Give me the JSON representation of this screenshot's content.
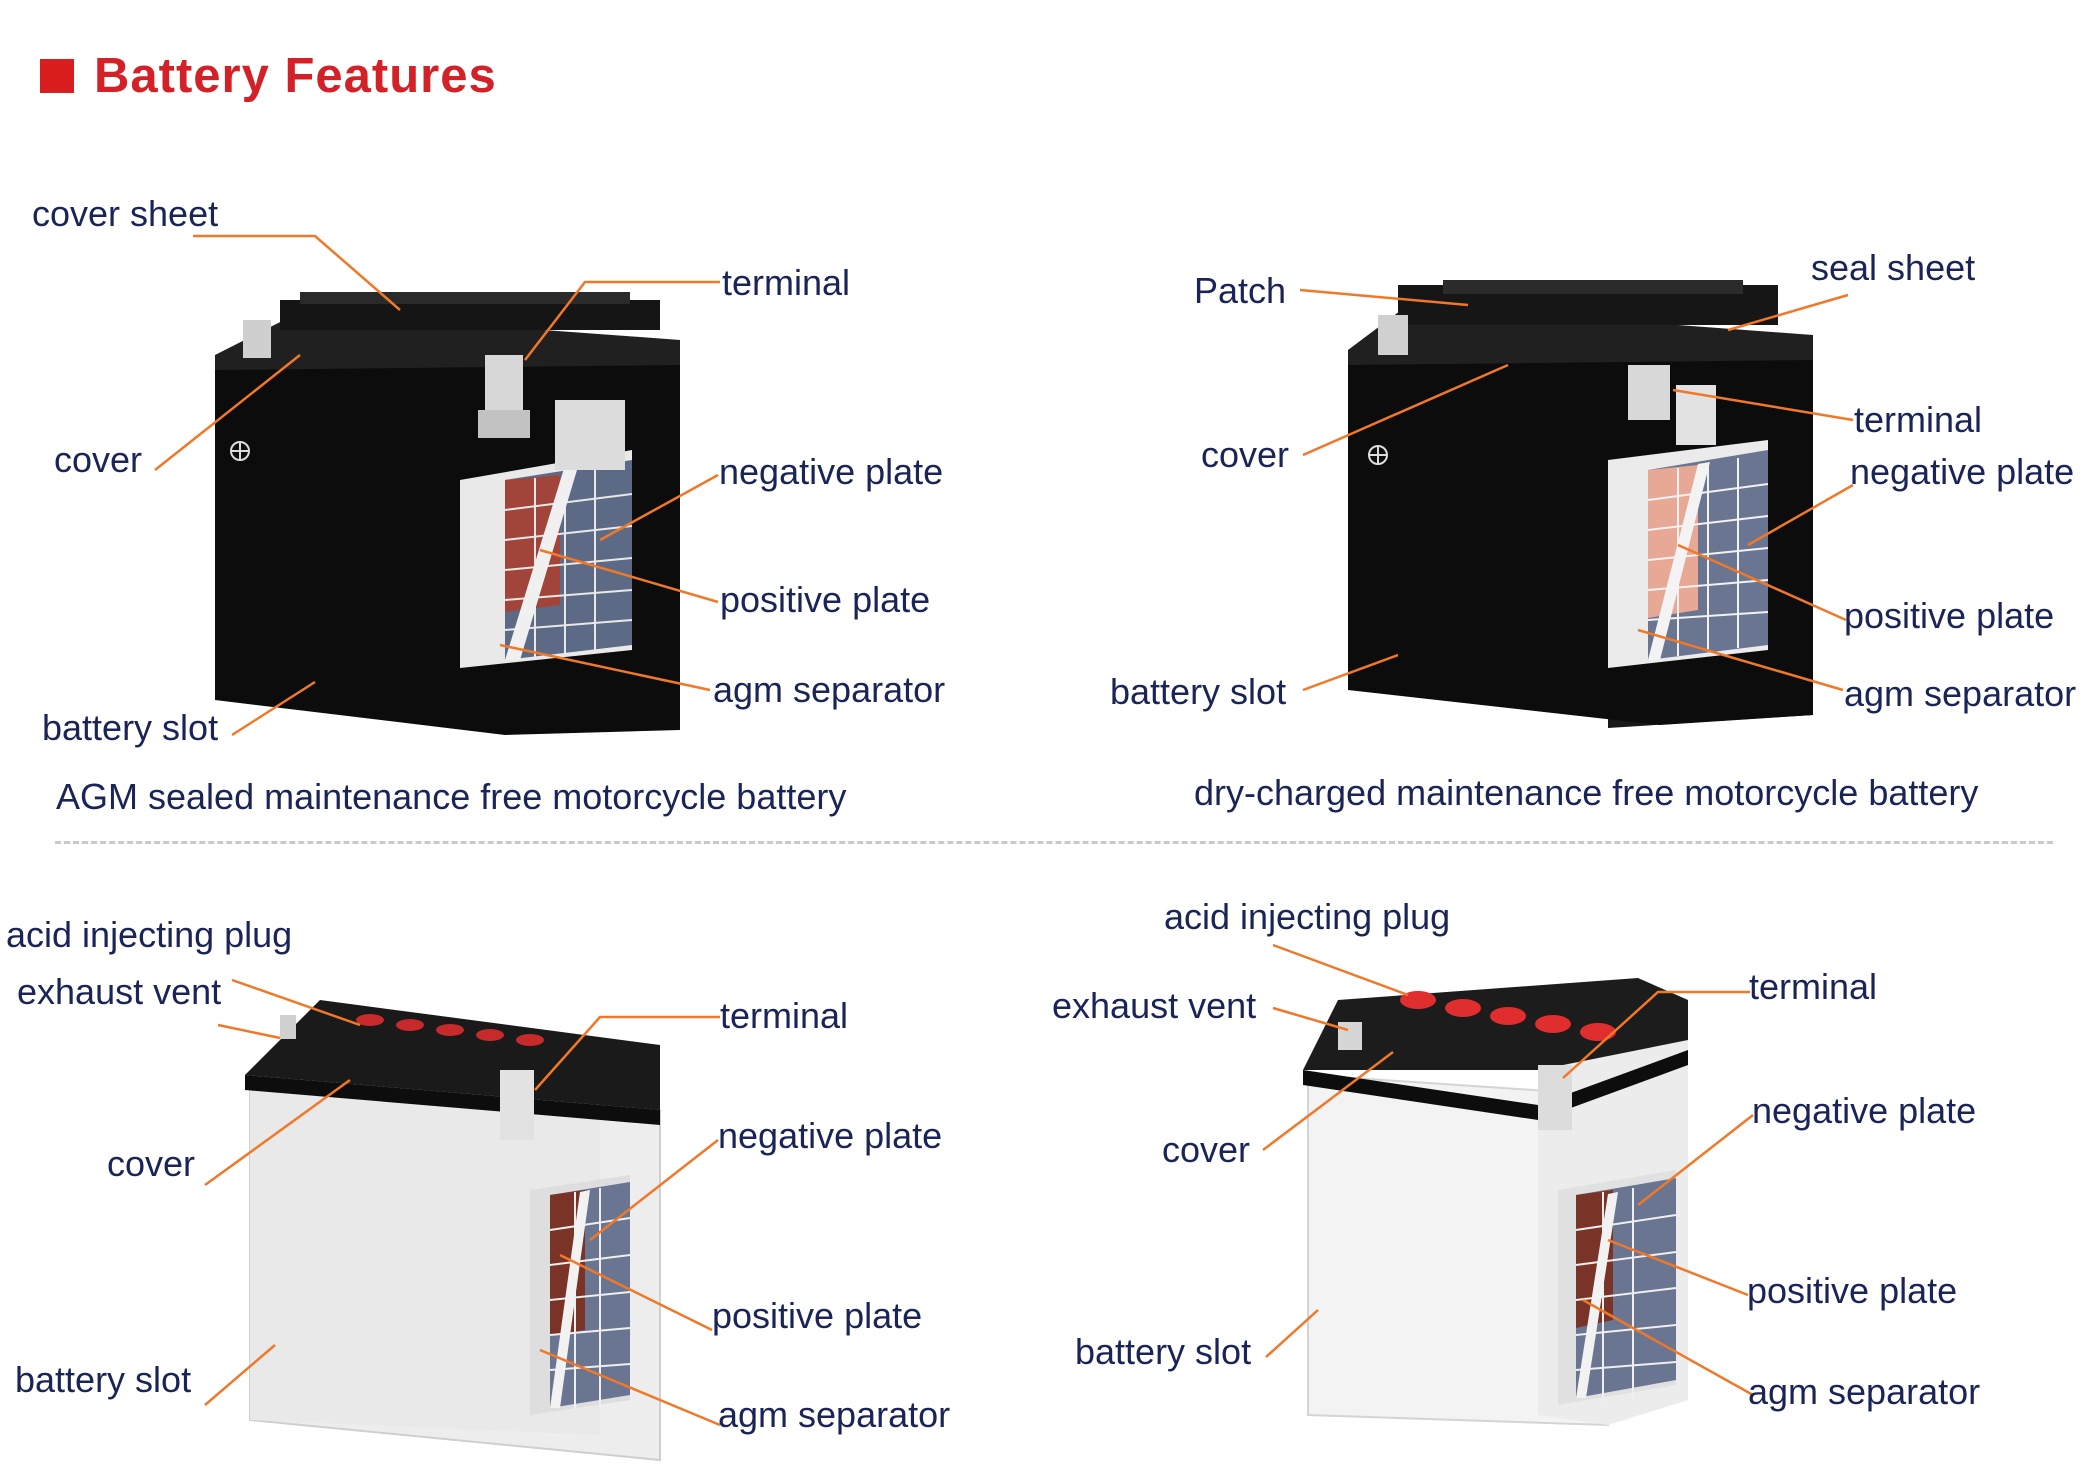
{
  "header": {
    "title": "Battery Features"
  },
  "colors": {
    "accent": "#d81e1e",
    "text": "#1a2456",
    "leader": "#f07828"
  },
  "panels": [
    {
      "caption": "AGM sealed maintenance free motorcycle battery",
      "labels": {
        "cover_sheet": "cover sheet",
        "terminal": "terminal",
        "cover": "cover",
        "negative_plate": "negative plate",
        "positive_plate": "positive plate",
        "agm_separator": "agm separator",
        "battery_slot": "battery slot"
      }
    },
    {
      "caption": "dry-charged maintenance free motorcycle battery",
      "labels": {
        "patch": "Patch",
        "seal_sheet": "seal sheet",
        "cover": "cover",
        "terminal": "terminal",
        "negative_plate": "negative plate",
        "positive_plate": "positive plate",
        "agm_separator": "agm separator",
        "battery_slot": "battery slot"
      }
    },
    {
      "caption": "",
      "labels": {
        "acid_injecting_plug": "acid injecting plug",
        "exhaust_vent": "exhaust vent",
        "terminal": "terminal",
        "cover": "cover",
        "negative_plate": "negative plate",
        "positive_plate": "positive plate",
        "agm_separator": "agm separator",
        "battery_slot": "battery slot"
      }
    },
    {
      "caption": "",
      "labels": {
        "acid_injecting_plug": "acid injecting plug",
        "exhaust_vent": "exhaust vent",
        "terminal": "terminal",
        "cover": "cover",
        "negative_plate": "negative plate",
        "positive_plate": "positive plate",
        "agm_separator": "agm separator",
        "battery_slot": "battery slot"
      }
    }
  ]
}
